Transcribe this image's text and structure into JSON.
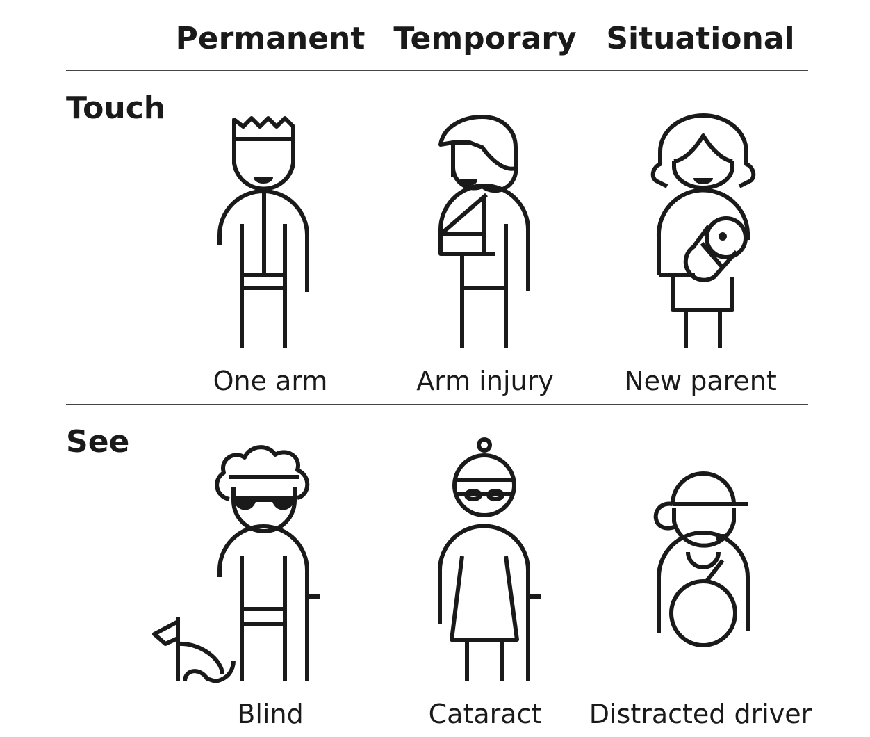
{
  "columns": [
    "Permanent",
    "Temporary",
    "Situational"
  ],
  "rows": [
    {
      "label": "Touch",
      "captions": [
        "One arm",
        "Arm injury",
        "New parent"
      ]
    },
    {
      "label": "See",
      "captions": [
        "Blind",
        "Cataract",
        "Distracted driver"
      ]
    }
  ],
  "icons": [
    "one-arm-person-icon",
    "arm-sling-person-icon",
    "parent-with-baby-icon",
    "blind-person-with-dog-icon",
    "cataract-person-with-cane-icon",
    "distracted-driver-icon"
  ]
}
